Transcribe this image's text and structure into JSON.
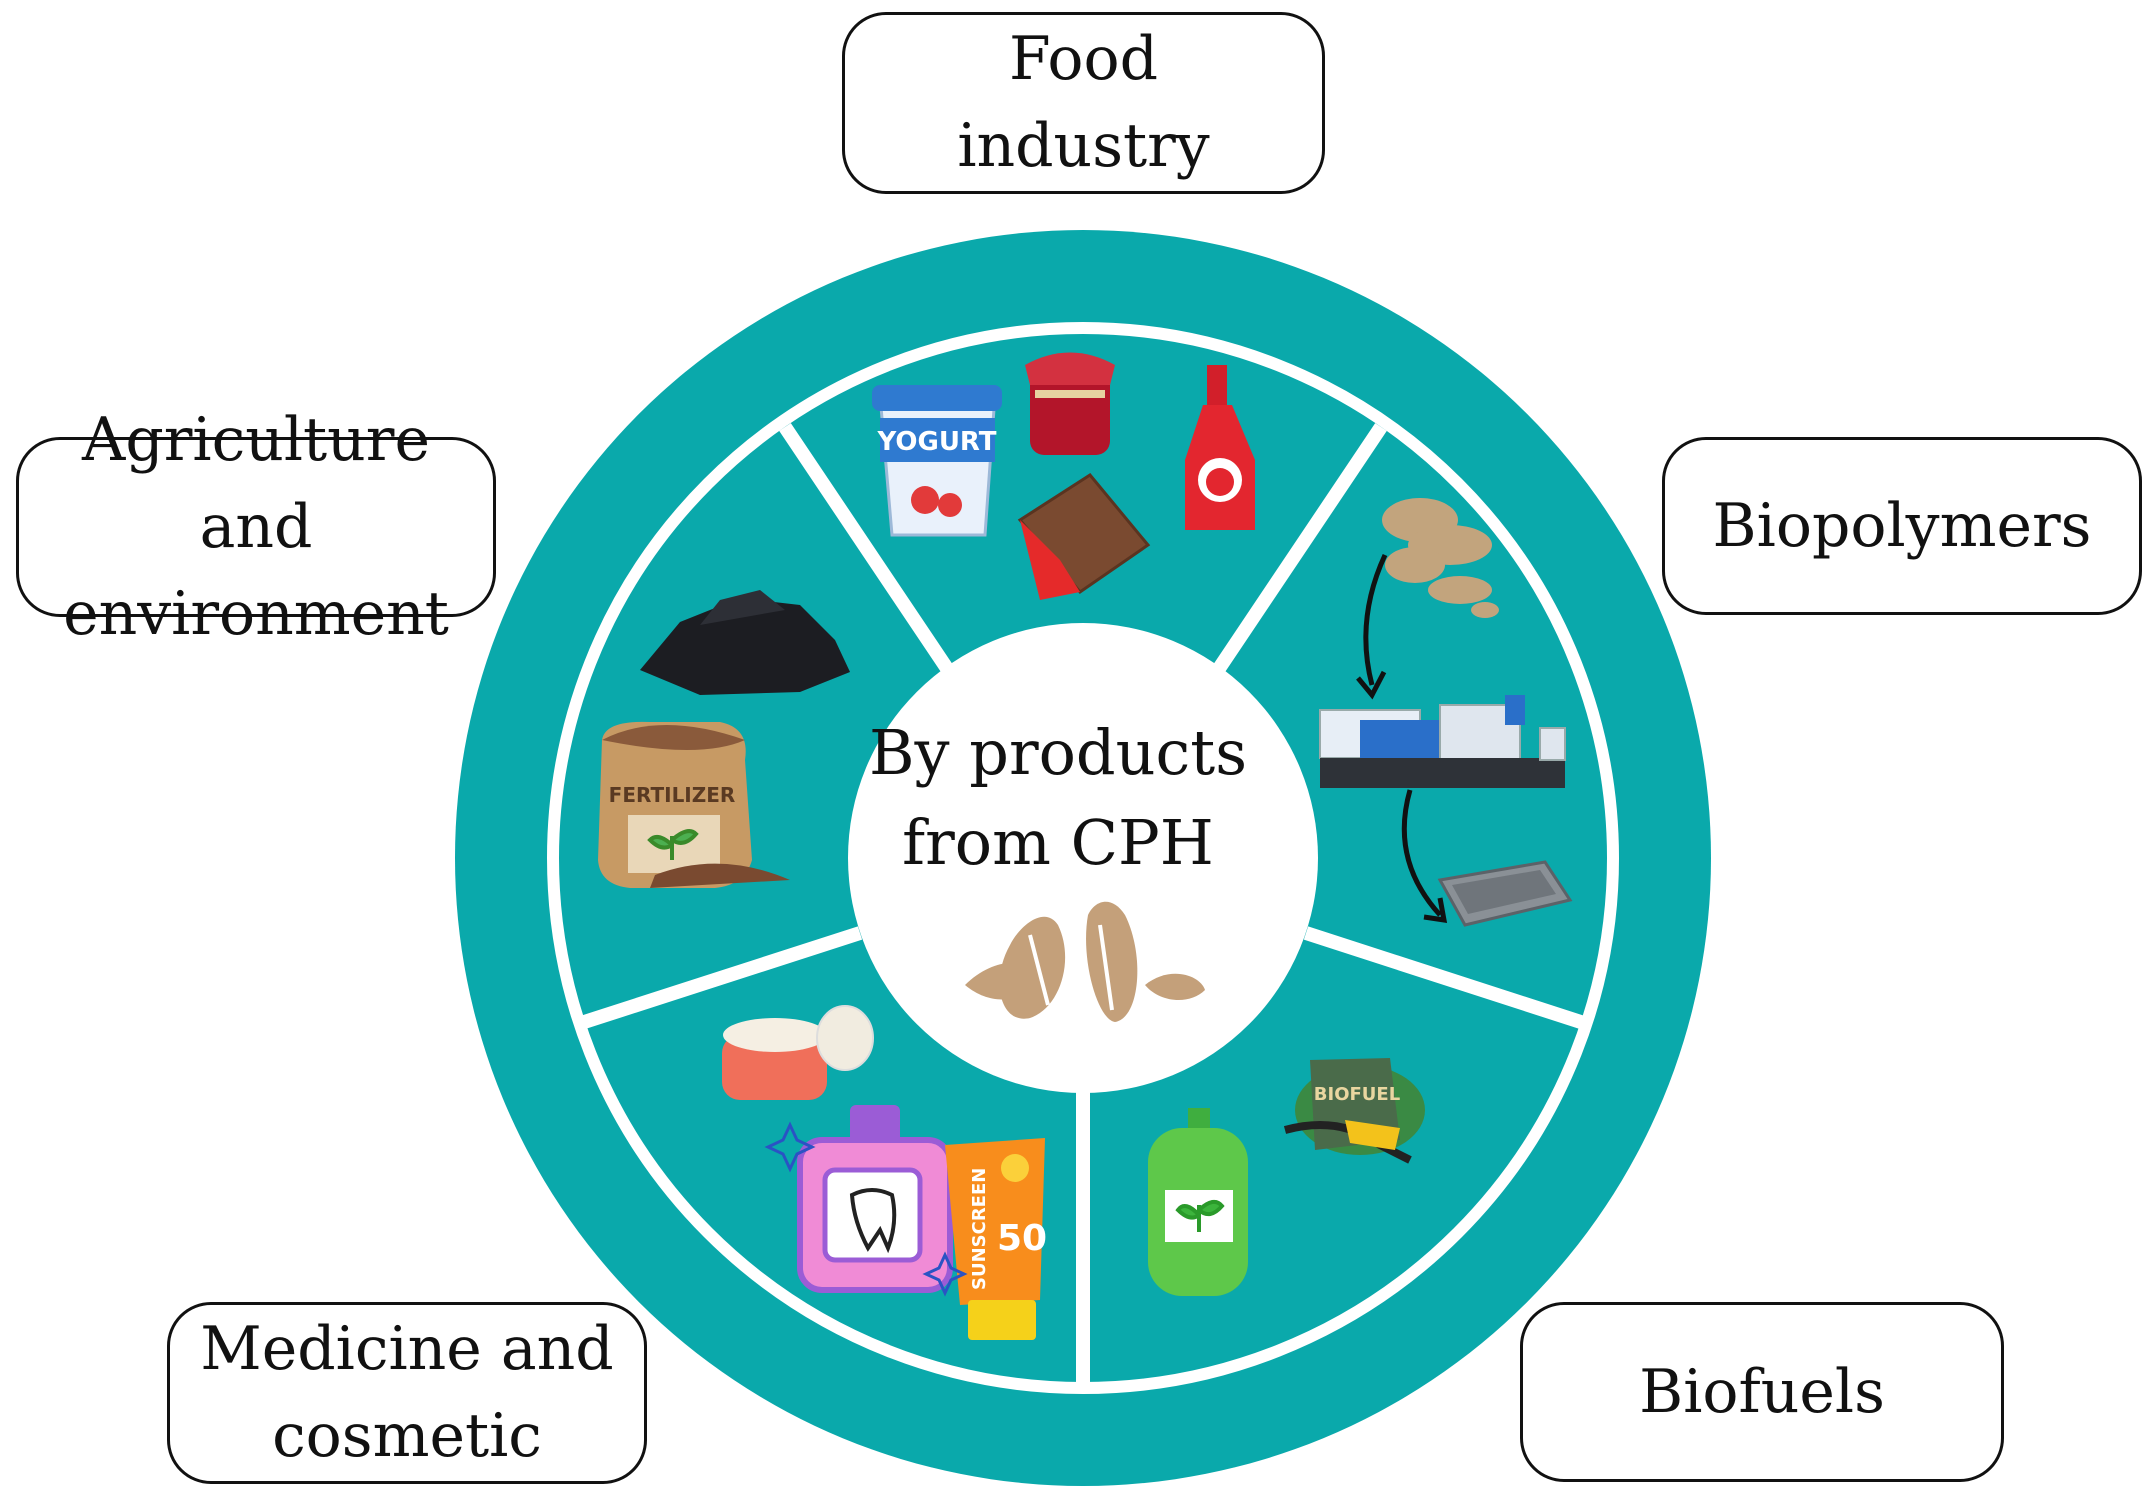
{
  "center": {
    "line1": "By products",
    "line2": "from CPH"
  },
  "categories": {
    "food": {
      "line1": "Food",
      "line2": "industry"
    },
    "biopolymers": {
      "line1": "Biopolymers"
    },
    "biofuels": {
      "line1": "Biofuels"
    },
    "medicine": {
      "line1": "Medicine and",
      "line2": "cosmetic"
    },
    "agriculture": {
      "line1": "Agriculture and",
      "line2": "environment"
    }
  },
  "icon_labels": {
    "yogurt": "YOGURT",
    "fertilizer": "FERTILIZER",
    "biofuel": "BIOFUEL",
    "sunscreen": "SUNSCREEN",
    "spf": "50"
  },
  "colors": {
    "ring": "#0aa9ab",
    "sector_lines": "#ffffff",
    "cacao": "#c4a07a"
  }
}
